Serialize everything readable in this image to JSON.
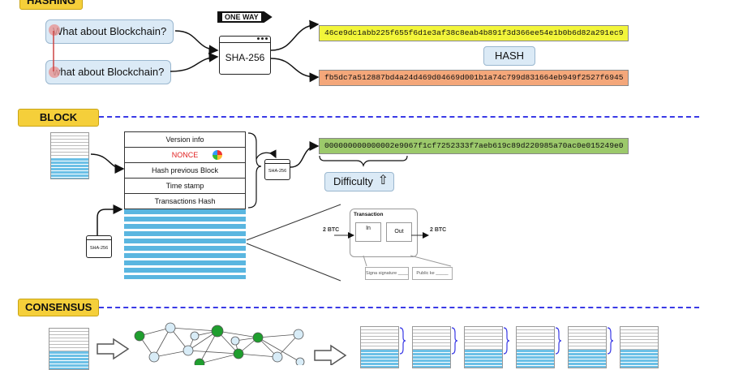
{
  "hashing": {
    "tag": "HASHING",
    "input_upper": "What about Blockchain?",
    "input_lower": "what about Blockchain?",
    "oneway": "ONE WAY",
    "sha_label": "SHA-256",
    "hash_upper": "46ce9dc1abb225f655f6d1e3af38c8eab4b891f3d366ee54e1b0b6d82a291ec9",
    "hash_lower": "fb5dc7a512887bd4a24d469d04669d001b1a74c799d831664eb949f2527f6945",
    "hash_label": "HASH",
    "colors": {
      "upper_hash": "#f2f53a",
      "lower_hash": "#f4a77a",
      "input_box": "#dbeaf6"
    }
  },
  "block": {
    "tag": "BLOCK",
    "rows": [
      "Version info",
      "NONCE",
      "Hash previous Block",
      "Time stamp",
      "Transactions Hash"
    ],
    "sha_label": "SHA-256",
    "result_hash": "000000000000002e9067f1cf7252333f7aeb619c89d220985a70ac0e015249e0",
    "difficulty": "Difficulty",
    "transaction": {
      "title": "Transaction",
      "in": "In",
      "out": "Out",
      "left_amount": "2 BTC",
      "right_amount": "2 BTC",
      "signature": "Signa signature ____",
      "public_key": "Public ke _____"
    },
    "colors": {
      "result_hash": "#9cc96b",
      "nonce": "#e02020",
      "stripes": "#5ab6e0"
    }
  },
  "consensus": {
    "tag": "CONSENSUS",
    "colors": {
      "node_green": "#1f9e2e",
      "node_blue": "#d8ecf7"
    }
  },
  "colors": {
    "tag": "#f5cf3a",
    "divider": "#3a3ae6"
  }
}
